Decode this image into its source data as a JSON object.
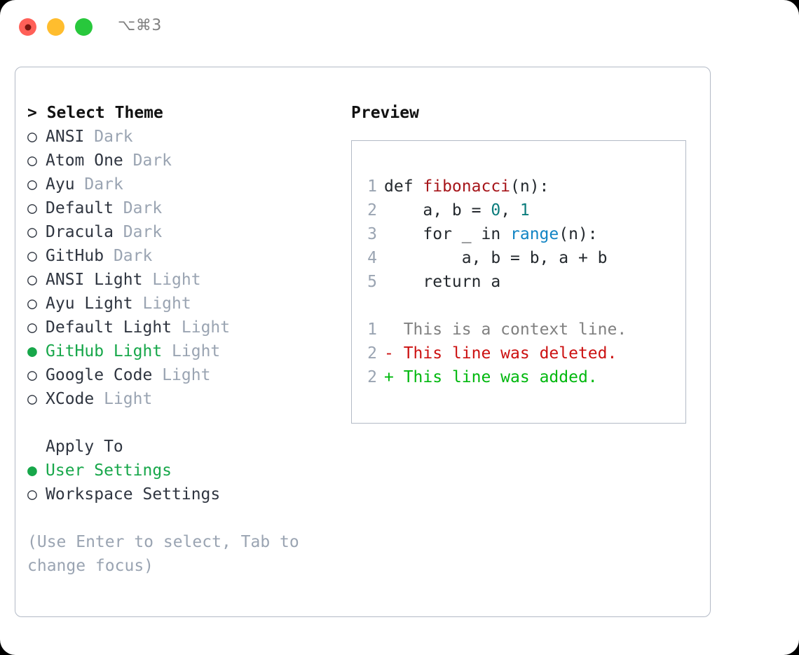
{
  "window": {
    "shortcut": "⌥⌘3",
    "traffic_lights": [
      {
        "name": "close",
        "color": "#ff6058"
      },
      {
        "name": "minimize",
        "color": "#ffbd2e"
      },
      {
        "name": "zoom",
        "color": "#28c83c"
      }
    ]
  },
  "theme_picker": {
    "header": "> Select Theme",
    "selected_marker": "●",
    "unselected_marker": "○",
    "accent_color": "#17a74a",
    "variant_color": "#9aa4b2",
    "items": [
      {
        "marker": "○",
        "label": "ANSI",
        "variant": "Dark",
        "selected": false
      },
      {
        "marker": "○",
        "label": "Atom One",
        "variant": "Dark",
        "selected": false
      },
      {
        "marker": "○",
        "label": "Ayu",
        "variant": "Dark",
        "selected": false
      },
      {
        "marker": "○",
        "label": "Default",
        "variant": "Dark",
        "selected": false
      },
      {
        "marker": "○",
        "label": "Dracula",
        "variant": "Dark",
        "selected": false
      },
      {
        "marker": "○",
        "label": "GitHub",
        "variant": "Dark",
        "selected": false
      },
      {
        "marker": "○",
        "label": "ANSI Light",
        "variant": "Light",
        "selected": false
      },
      {
        "marker": "○",
        "label": "Ayu Light",
        "variant": "Light",
        "selected": false
      },
      {
        "marker": "○",
        "label": "Default Light",
        "variant": "Light",
        "selected": false
      },
      {
        "marker": "●",
        "label": "GitHub Light",
        "variant": "Light",
        "selected": true
      },
      {
        "marker": "○",
        "label": "Google Code",
        "variant": "Light",
        "selected": false
      },
      {
        "marker": "○",
        "label": "XCode",
        "variant": "Light",
        "selected": false
      }
    ]
  },
  "apply_to": {
    "header": "Apply To",
    "items": [
      {
        "marker": "●",
        "label": "User Settings",
        "selected": true
      },
      {
        "marker": "○",
        "label": "Workspace Settings",
        "selected": false
      }
    ]
  },
  "hint": "(Use Enter to select, Tab to change focus)",
  "preview": {
    "title": "Preview",
    "code_lines": [
      {
        "no": "1",
        "tokens": [
          {
            "t": "def ",
            "c": "plain"
          },
          {
            "t": "fibonacci",
            "c": "func"
          },
          {
            "t": "(n):",
            "c": "plain"
          }
        ]
      },
      {
        "no": "2",
        "tokens": [
          {
            "t": "    a, b = ",
            "c": "plain"
          },
          {
            "t": "0",
            "c": "num"
          },
          {
            "t": ", ",
            "c": "plain"
          },
          {
            "t": "1",
            "c": "num"
          }
        ]
      },
      {
        "no": "3",
        "tokens": [
          {
            "t": "    for _ in ",
            "c": "plain"
          },
          {
            "t": "range",
            "c": "builtin"
          },
          {
            "t": "(n):",
            "c": "plain"
          }
        ]
      },
      {
        "no": "4",
        "tokens": [
          {
            "t": "        a, b = b, a + b",
            "c": "plain"
          }
        ]
      },
      {
        "no": "5",
        "tokens": [
          {
            "t": "    return a",
            "c": "plain"
          }
        ]
      }
    ],
    "diff_lines": [
      {
        "no": "1",
        "prefix": "  ",
        "text": "This is a context line.",
        "kind": "ctx"
      },
      {
        "no": "2",
        "prefix": "- ",
        "text": "This line was deleted.",
        "kind": "del"
      },
      {
        "no": "2",
        "prefix": "+ ",
        "text": "This line was added.",
        "kind": "add"
      }
    ],
    "diff_colors": {
      "context": "#808080",
      "deleted": "#cc1111",
      "added": "#00b80e"
    }
  }
}
